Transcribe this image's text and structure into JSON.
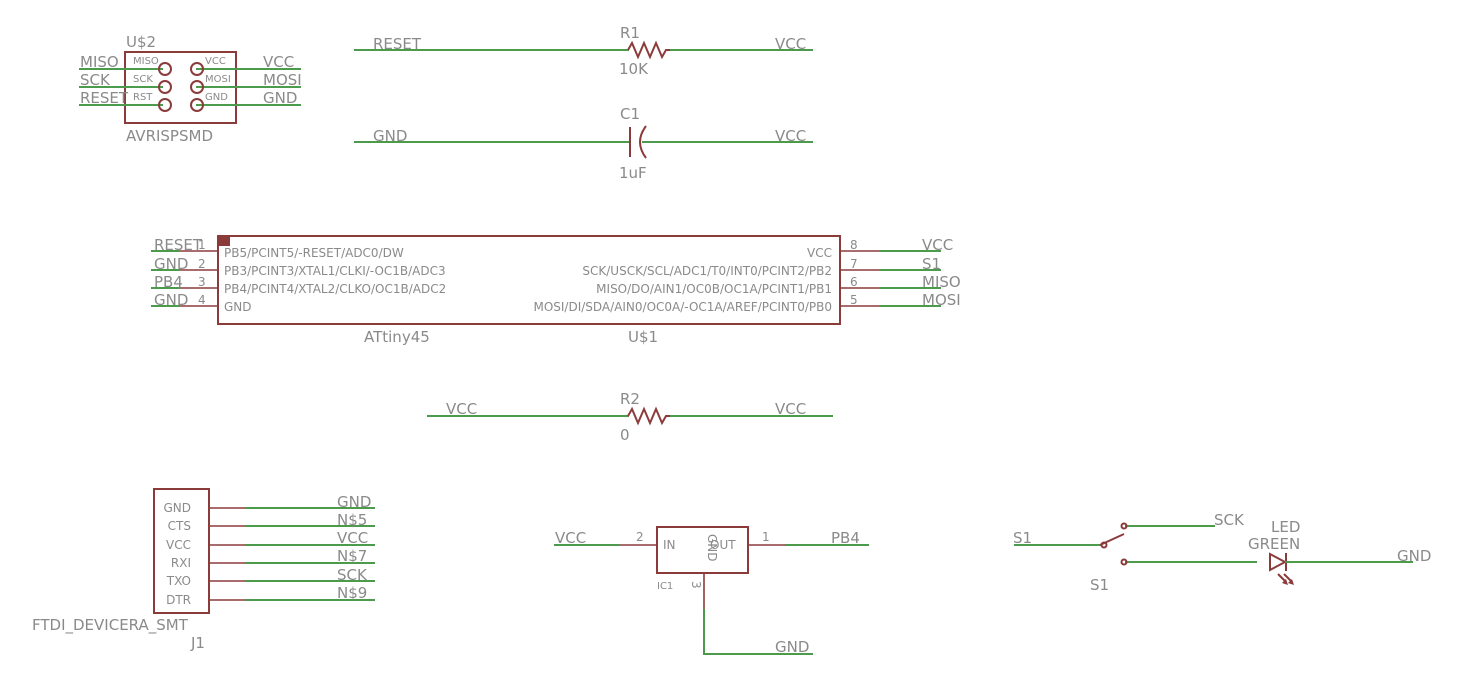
{
  "isp": {
    "name": "U$2",
    "value": "AVRISPSMD",
    "pins": [
      "MISO",
      "SCK",
      "RST",
      "VCC",
      "MOSI",
      "GND"
    ],
    "nets": [
      "MISO",
      "SCK",
      "RESET",
      "VCC",
      "MOSI",
      "GND"
    ]
  },
  "r1": {
    "name": "R1",
    "value": "10K",
    "net_left": "RESET",
    "net_right": "VCC"
  },
  "c1": {
    "name": "C1",
    "value": "1uF",
    "net_left": "GND",
    "net_right": "VCC"
  },
  "mcu": {
    "name": "U$1",
    "value": "ATtiny45",
    "left_pins": [
      {
        "num": "1",
        "label": "PB5/PCINT5/-RESET/ADC0/DW",
        "net": "RESET"
      },
      {
        "num": "2",
        "label": "PB3/PCINT3/XTAL1/CLKI/-OC1B/ADC3",
        "net": "GND"
      },
      {
        "num": "3",
        "label": "PB4/PCINT4/XTAL2/CLKO/OC1B/ADC2",
        "net": "PB4"
      },
      {
        "num": "4",
        "label": "GND",
        "net": "GND"
      }
    ],
    "right_pins": [
      {
        "num": "8",
        "label": "VCC",
        "net": "VCC"
      },
      {
        "num": "7",
        "label": "SCK/USCK/SCL/ADC1/T0/INT0/PCINT2/PB2",
        "net": "S1"
      },
      {
        "num": "6",
        "label": "MISO/DO/AIN1/OC0B/OC1A/PCINT1/PB1",
        "net": "MISO"
      },
      {
        "num": "5",
        "label": "MOSI/DI/SDA/AIN0/OC0A/-OC1A/AREF/PCINT0/PB0",
        "net": "MOSI"
      }
    ]
  },
  "r2": {
    "name": "R2",
    "value": "0",
    "net_left": "VCC",
    "net_right": "VCC"
  },
  "ftdi": {
    "name": "J1",
    "value": "FTDI_DEVICERA_SMT",
    "pins": [
      "GND",
      "CTS",
      "VCC",
      "RXI",
      "TXO",
      "DTR"
    ],
    "nets": [
      "GND",
      "N$5",
      "VCC",
      "N$7",
      "SCK",
      "N$9"
    ]
  },
  "reg": {
    "name": "IC1",
    "in_label": "IN",
    "out_label": "OUT",
    "gnd_label": "GND",
    "pin_in": "2",
    "pin_out": "1",
    "pin_gnd": "3",
    "net_in": "VCC",
    "net_out": "PB4",
    "net_gnd": "GND"
  },
  "switch": {
    "name": "S1",
    "net_left": "S1",
    "net_top": "SCK"
  },
  "led": {
    "label_top": "LED",
    "label_color": "GREEN",
    "net_right": "GND"
  }
}
